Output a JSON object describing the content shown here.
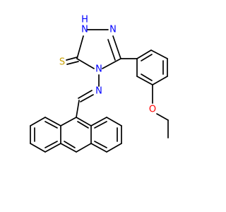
{
  "atoms": {
    "nh_ring": {
      "text": "H",
      "sub": "N",
      "color": "#0000ff"
    },
    "n_ring_right": {
      "text": "N",
      "color": "#0000ff"
    },
    "n_ring_lower": {
      "text": "N",
      "color": "#0000ff"
    },
    "n_imine": {
      "text": "N",
      "color": "#0000ff"
    },
    "s_thione": {
      "text": "S",
      "color": "#c8a000"
    },
    "o_ether": {
      "text": "O",
      "color": "#ff0000"
    }
  }
}
